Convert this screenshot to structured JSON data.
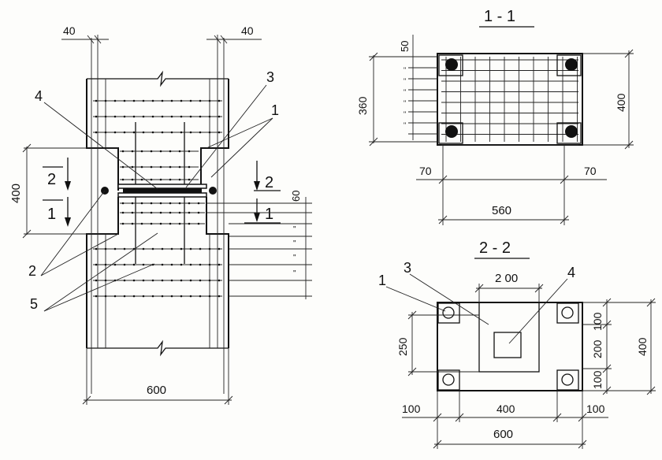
{
  "left_elevation": {
    "dim_top_left": "40",
    "dim_top_right": "40",
    "dim_bottom": "600",
    "dim_left": "400",
    "dim_60": "60",
    "ditto": "\"",
    "section_1": "1",
    "section_2": "2",
    "callouts": {
      "1": "1",
      "2": "2",
      "3": "3",
      "4": "4",
      "5": "5"
    }
  },
  "section_1_1": {
    "title": "1 - 1",
    "dim_left": "360",
    "dim_top_spacing": "50",
    "ditto": "\"",
    "dim_right": "400",
    "dim_bottom_left": "70",
    "dim_bottom_right": "70",
    "dim_bottom_total": "560"
  },
  "section_2_2": {
    "title": "2 - 2",
    "dim_top": "2 00",
    "dim_left": "250",
    "dim_right_top": "100",
    "dim_right_middle": "200",
    "dim_right_bottom": "100",
    "dim_right_total": "400",
    "dim_bottom_left": "100",
    "dim_bottom_middle": "400",
    "dim_bottom_right": "100",
    "dim_bottom_total": "600",
    "callouts": {
      "1": "1",
      "3": "3",
      "4": "4"
    }
  }
}
